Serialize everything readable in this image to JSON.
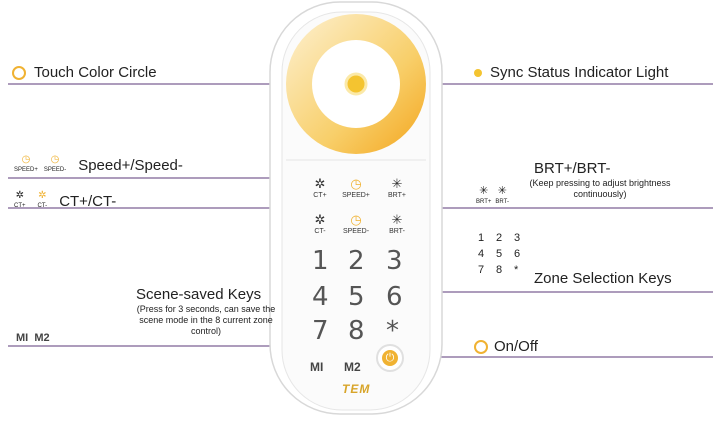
{
  "labels": {
    "touch_color_circle": "Touch Color Circle",
    "sync_status": "Sync Status Indicator Light",
    "speed": "Speed+/Speed-",
    "ct": "CT+/CT-",
    "brt_title": "BRT+/BRT-",
    "brt_note": "(Keep pressing to adjust brightness continuously)",
    "zone_selection": "Zone Selection Keys",
    "scene_title": "Scene-saved Keys",
    "scene_note": "(Press for 3 seconds, can save the scene mode in the 8 current zone control)",
    "on_off": "On/Off",
    "m_keys": "MI  M2"
  },
  "legend_icons": {
    "speed_plus": "SPEED+",
    "speed_minus": "SPEED-",
    "ct_plus": "CT+",
    "ct_minus": "CT-",
    "brt_plus": "BRT+",
    "brt_minus": "BRT-"
  },
  "zone_legend": [
    "1",
    "2",
    "3",
    "4",
    "5",
    "6",
    "7",
    "8",
    "*"
  ],
  "remote": {
    "keys": [
      "1",
      "2",
      "3",
      "4",
      "5",
      "6",
      "7",
      "8",
      "*"
    ],
    "ct_plus": "CT+",
    "ct_minus": "CT-",
    "speed_plus": "SPEED+",
    "speed_minus": "SPEED-",
    "brt_plus": "BRT+",
    "brt_minus": "BRT-",
    "m1": "MI",
    "m2": "M2",
    "brand": "TEM"
  },
  "colors": {
    "accent_line": "#5b3a7a",
    "warm_yellow": "#f5b82e",
    "indicator": "#f4c430"
  }
}
